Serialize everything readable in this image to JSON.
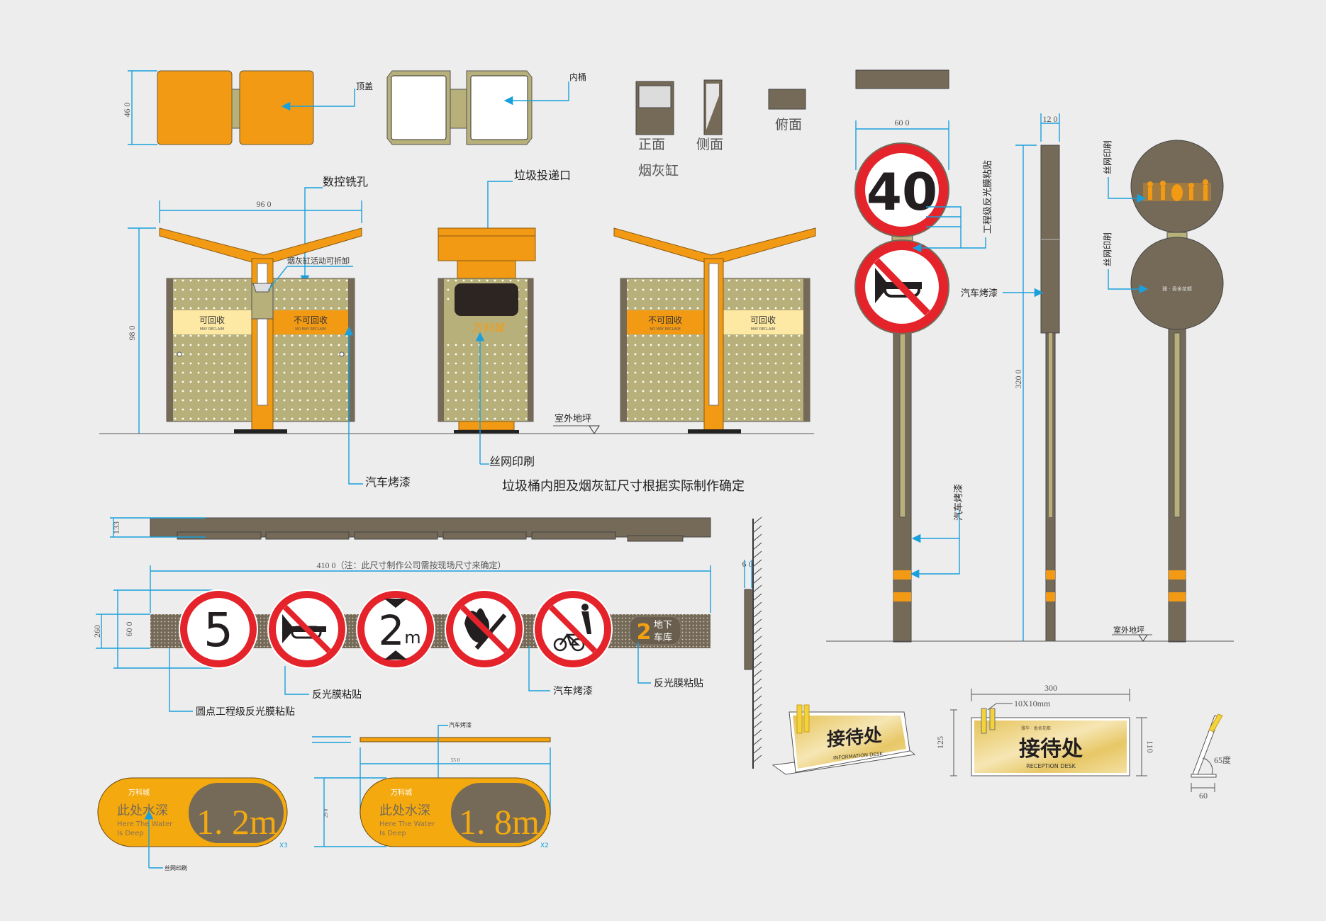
{
  "colors": {
    "orange": "#f39a14",
    "brown": "#756a58",
    "tan": "#b8b07a",
    "pale": "#fde9a4",
    "blue": "#1aa0dc",
    "red": "#e4232b",
    "background": "#ededed"
  },
  "bin_top": {
    "dim_height": "46 0",
    "lid_label": "顶盖",
    "inner_label": "内桶"
  },
  "ashtray": {
    "front": "正面",
    "side": "侧面",
    "top": "俯面",
    "title": "烟灰缸"
  },
  "bin_elevation": {
    "cnc_label": "数控铣孔",
    "dim_width": "96 0",
    "dim_height": "98 0",
    "ashtray_note": "烟灰缸活动可折卸",
    "opening_label": "垃圾投递口",
    "recyclable_cn": "可回收",
    "recyclable_en": "MAY RECLAIM",
    "non_recyclable_cn": "不可回收",
    "non_recyclable_en": "NO MAY RECLAIM",
    "logo": "万科城",
    "ground_label": "室外地坪",
    "print_label": "丝网印刷",
    "paint_label": "汽车烤漆",
    "note": "垃圾桶内胆及烟灰缸尺寸根据实际制作确定"
  },
  "road_sign": {
    "dim_width": "60 0",
    "speed": "40",
    "film_label": "工程级反光膜粘贴",
    "paint_label": "汽车烤漆",
    "side_dim_width": "12 0",
    "side_dim_height": "320 0",
    "paint_label_2": "汽车烤漆",
    "print_label_1": "丝网印刷",
    "print_label_2": "丝网印刷",
    "back_brand": "雅 · 香舍花都",
    "ground_label": "室外地坪"
  },
  "garage_header": {
    "dim_top": "133",
    "dim_length": "410 0（注：此尺寸制作公司需按现场尺寸来确定）",
    "dim_band": "260",
    "dim_sign": "60 0",
    "dim_wall": "6 0",
    "speed": "5",
    "height_num": "2",
    "height_unit": "m",
    "garage_num": "2",
    "garage_line1": "地下",
    "garage_line2": "车库",
    "film_label": "反光膜粘贴",
    "paint_label": "汽车烤漆",
    "film_label_2": "反光膜粘贴",
    "dot_film_label": "圆点工程级反光膜粘贴"
  },
  "water_signs": {
    "paint_label": "汽车烤漆",
    "dim_width": "55 0",
    "dim_height": "29 0",
    "title_cn": "此处水深",
    "title_en_1": "Here The Water",
    "title_en_2": "Is Deep",
    "sign1_depth": "1. 2m",
    "sign1_qty": "X3",
    "sign2_depth": "1. 8m",
    "sign2_qty": "X2",
    "print_label": "丝网印刷",
    "logo": "万科城"
  },
  "desk_signs": {
    "title_cn": "接待处",
    "perspective_en": "INFORMATION DESK",
    "front_en": "RECEPTION DESK",
    "brand": "雅华 · 香舍花都",
    "dim_width": "300",
    "dim_clip": "10X10mm",
    "dim_height_outer": "125",
    "dim_height_inner": "110",
    "angle": "65度",
    "dim_base": "60"
  }
}
